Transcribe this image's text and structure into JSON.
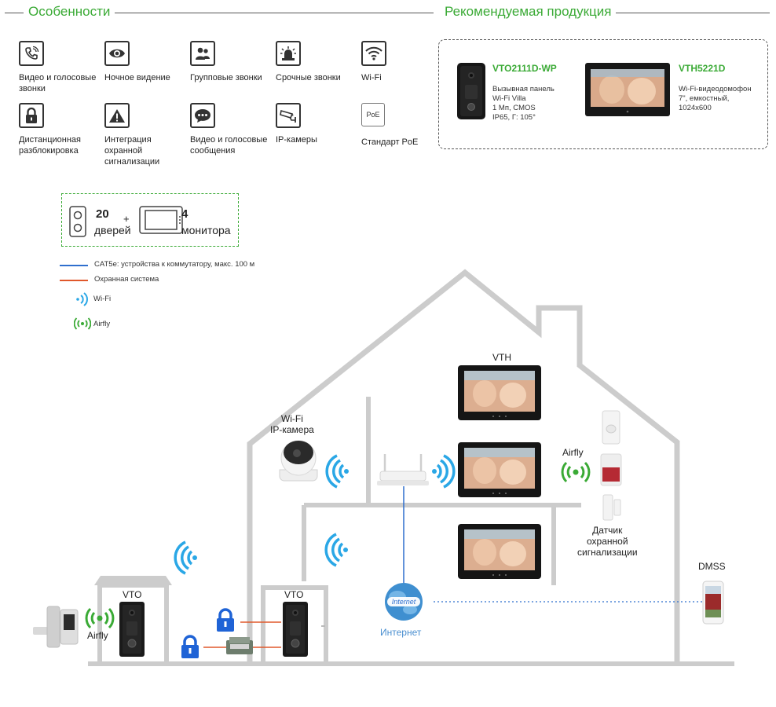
{
  "sections": {
    "features_title": "Особенности",
    "products_title": "Рекомендуемая продукция"
  },
  "features": [
    {
      "label": "Видео и голосовые звонки",
      "icon": "phone-icon"
    },
    {
      "label": "Ночное видение",
      "icon": "eye-icon"
    },
    {
      "label": "Групповые звонки",
      "icon": "group-icon"
    },
    {
      "label": "Срочные звонки",
      "icon": "alarm-light-icon"
    },
    {
      "label": "Wi-Fi",
      "icon": "wifi-icon"
    },
    {
      "label": "Дистанционная разблокировка",
      "icon": "lock-icon"
    },
    {
      "label": "Интеграция охранной сигнализации",
      "icon": "warning-icon"
    },
    {
      "label": "Видео и голосовые сообщения",
      "icon": "message-icon"
    },
    {
      "label": "IP-камеры",
      "icon": "camera-icon"
    },
    {
      "label": "Стандарт PoE",
      "icon": "poe-icon",
      "icon_text": "PoE"
    }
  ],
  "products": [
    {
      "name": "VTO2111D-WP",
      "desc": [
        "Вызывная панель",
        "Wi-Fi Villa",
        "1 Мп, CMOS",
        "IP65, Г: 105°"
      ]
    },
    {
      "name": "VTH5221D",
      "desc": [
        "Wi-Fi-видеодомофон",
        "7\", емкостный,",
        "1024x600"
      ]
    }
  ],
  "capacity": {
    "doors_num": "20",
    "doors_label": "дверей",
    "plus": "+",
    "monitors_num": "4",
    "monitors_label": "монитора"
  },
  "legend": [
    {
      "label": "CAT5e: устройства к коммутатору, макс. 100 м",
      "color": "#2f6fce"
    },
    {
      "label": "Охранная система",
      "color": "#e0582b"
    },
    {
      "label": "Wi-Fi",
      "color": "#2aa7e6"
    },
    {
      "label": "Airfly",
      "color": "#3aaa35"
    }
  ],
  "diagram": {
    "vth": "VTH",
    "wifi_camera": [
      "Wi-Fi",
      "IP-камера"
    ],
    "airfly_right": "Airfly",
    "sensor": [
      "Датчик",
      "охранной",
      "сигнализации"
    ],
    "dmss": "DMSS",
    "vto_left": "VTO",
    "vto_right": "VTO",
    "airfly_left": "Airfly",
    "internet_globe": "Internet",
    "internet": "Интернет"
  },
  "colors": {
    "accent": "#3aaa35",
    "wifi": "#2aa7e6",
    "cat5e": "#2f6fce",
    "security": "#e0582b",
    "lock": "#1f63d6",
    "house": "#cccccc"
  }
}
